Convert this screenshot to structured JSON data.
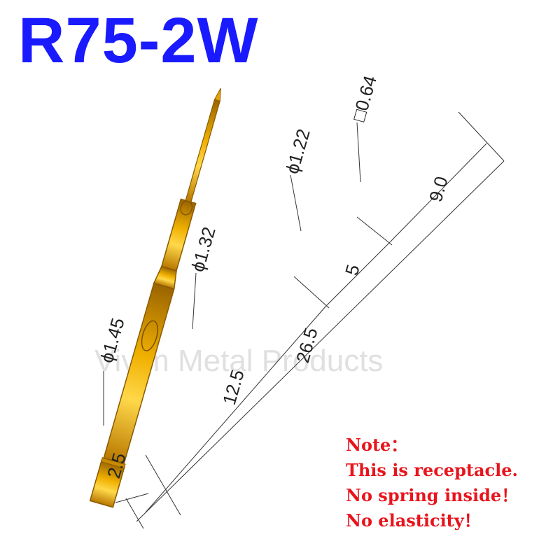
{
  "title": "R75-2W",
  "watermark": "Vivim Metal Products",
  "dimensions": {
    "tip_square": "□0.64",
    "d1": "ϕ1.22",
    "d2": "ϕ1.32",
    "d3": "ϕ1.45",
    "len_tip": "9.0",
    "len_neck": "5",
    "len_total": "26.5",
    "len_body": "12.5",
    "len_end": "2.5"
  },
  "note": {
    "heading": "Note：",
    "line1": "This is receptacle.",
    "line2": "No spring inside！",
    "line3": "No elasticity！"
  },
  "colors": {
    "title": "#1a1aff",
    "note": "#e8141c",
    "gold": "#e8a400",
    "gold_dark": "#a86e00"
  }
}
